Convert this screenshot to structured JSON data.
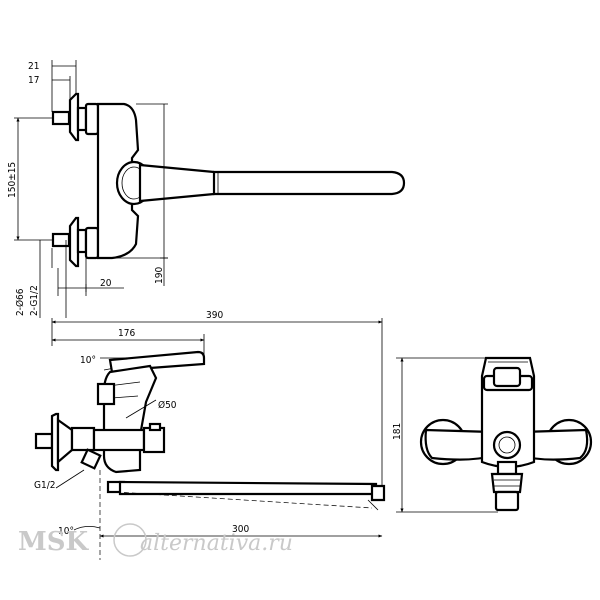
{
  "dimensions": {
    "top_width_outer": "21",
    "top_width_inner": "17",
    "center_distance": "150±15",
    "body_height": "190",
    "base_offset": "20",
    "diameter": "2-Ø66",
    "thread_top": "2-G1/2",
    "overall_length": "390",
    "handle_length": "176",
    "handle_angle": "10°",
    "handle_diameter": "Ø50",
    "thread_side": "G1/2",
    "spout_angle": "10°",
    "spout_length": "300",
    "front_height": "181"
  },
  "watermark": {
    "brand": "MSK",
    "site": "alternativa.ru"
  }
}
